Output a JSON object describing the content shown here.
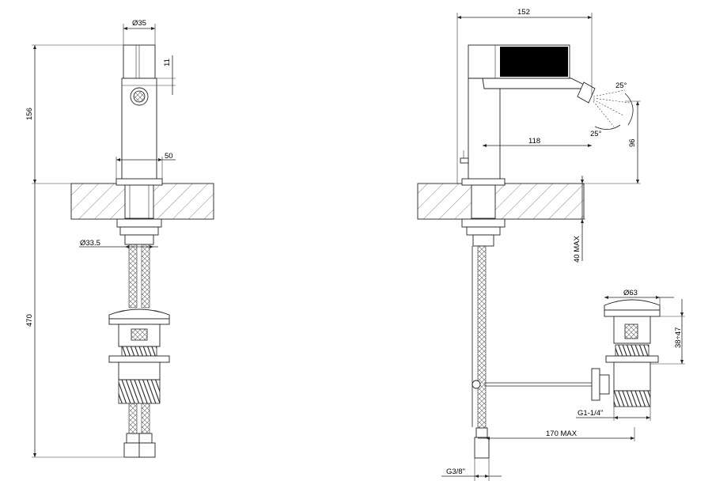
{
  "front_view": {
    "dim_diameter_top": "Ø35",
    "dim_lever": "11",
    "dim_body_height": "156",
    "dim_body_width": "50",
    "dim_shank": "Ø33.5",
    "dim_hose_length": "470"
  },
  "side_view": {
    "dim_overall_length": "152",
    "dim_spout_reach": "118",
    "dim_angle_up": "25°",
    "dim_angle_down": "25°",
    "dim_spout_height": "96",
    "dim_counter_thickness": "40 MAX",
    "dim_waste_diameter": "Ø63",
    "dim_waste_height": "38÷47",
    "dim_waste_thread": "G1-1/4\"",
    "dim_rod_length": "170 MAX",
    "dim_hose_thread": "G3/8\""
  }
}
